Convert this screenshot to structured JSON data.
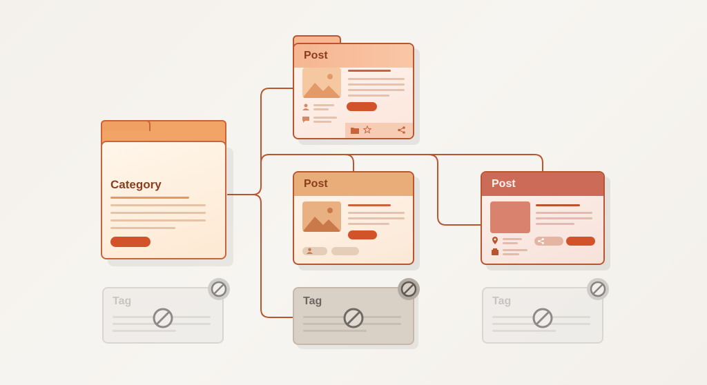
{
  "category": {
    "title": "Category"
  },
  "posts": [
    {
      "title": "Post"
    },
    {
      "title": "Post"
    },
    {
      "title": "Post"
    }
  ],
  "tags": [
    {
      "title": "Tag",
      "state": "disabled"
    },
    {
      "title": "Tag",
      "state": "disabled"
    },
    {
      "title": "Tag",
      "state": "disabled"
    }
  ],
  "icons": {
    "post_top_footer": [
      "folder-icon",
      "star-icon",
      "share-icon"
    ],
    "post_top_meta": [
      "user-icon",
      "comment-icon"
    ],
    "post_mid_meta": [
      "user-icon"
    ],
    "post_right_meta": [
      "location-pin-icon",
      "box-icon",
      "share-icon"
    ],
    "tag_state": "ban-icon"
  },
  "colors": {
    "connector": "#b9552e",
    "accent": "#d2532a",
    "folder": "#f2a466",
    "post_top_header": "#f5b08a",
    "post_mid_header": "#e8ad79",
    "post_right_header": "#cd6b59",
    "tag_disabled": "#e9e7e4",
    "tag_middle": "#d9d0c6"
  }
}
